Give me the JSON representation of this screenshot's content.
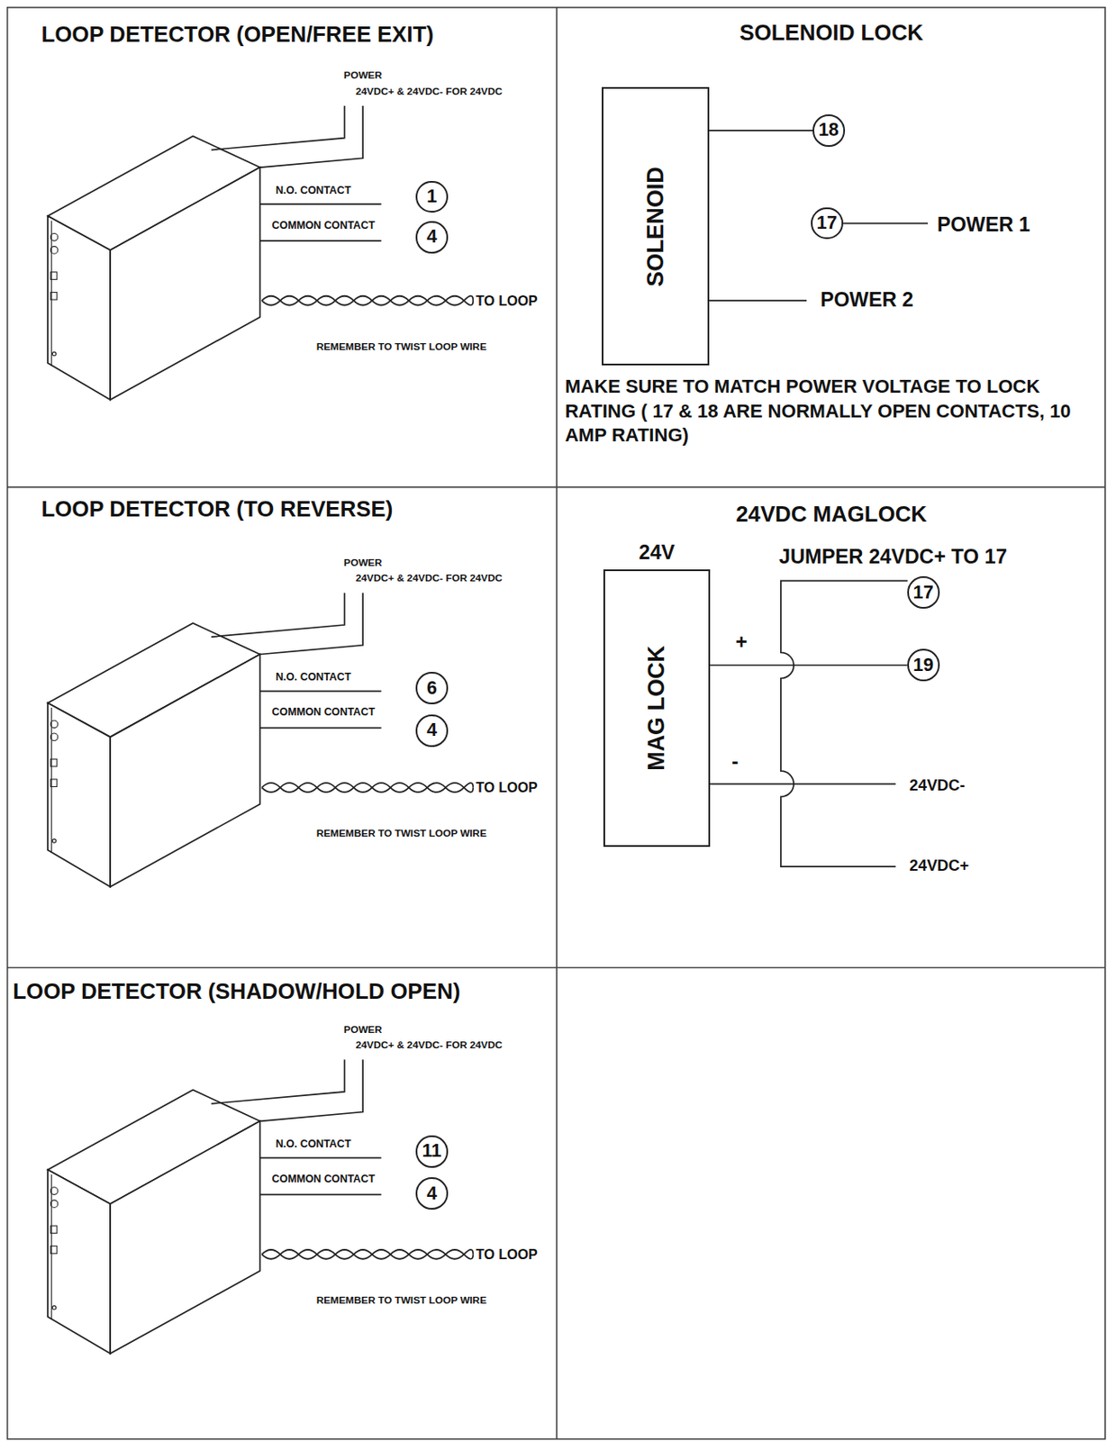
{
  "diagram": {
    "nodes": [
      {
        "text": [
          "1"
        ]
      },
      {
        "text": [
          "4"
        ]
      },
      {
        "text": [
          "SOLENOID"
        ]
      },
      {
        "text": [
          "18"
        ]
      },
      {
        "text": [
          "17"
        ]
      },
      {
        "text": [
          "6"
        ]
      },
      {
        "text": [
          "4"
        ]
      },
      {
        "text": [
          "MAG LOCK"
        ]
      },
      {
        "text": [
          "17"
        ]
      },
      {
        "text": [
          "19"
        ]
      },
      {
        "text": [
          "11"
        ]
      },
      {
        "text": [
          "4"
        ]
      }
    ],
    "edges": [
      {
        "from": 2,
        "to": 3,
        "arrow": "none"
      },
      {
        "from": 7,
        "to": 9,
        "arrow": "none"
      }
    ],
    "labels": [
      "LOOP DETECTOR (OPEN/FREE EXIT)",
      "POWER",
      "24VDC+ & 24VDC- FOR 24VDC",
      "N.O. CONTACT",
      "COMMON CONTACT",
      "TO LOOP",
      "REMEMBER TO TWIST LOOP WIRE",
      "SOLENOID LOCK",
      "POWER 1",
      "POWER 2",
      "MAKE SURE TO MATCH POWER VOLTAGE TO LOCK RATING ( 17 & 18 ARE NORMALLY OPEN CONTACTS, 10 AMP RATING)",
      "LOOP DETECTOR (TO REVERSE)",
      "POWER",
      "24VDC+ & 24VDC- FOR 24VDC",
      "N.O. CONTACT",
      "COMMON CONTACT",
      "TO LOOP",
      "REMEMBER TO TWIST LOOP WIRE",
      "24VDC MAGLOCK",
      "24V",
      "JUMPER 24VDC+ TO 17",
      "+",
      "-",
      "24VDC-",
      "24VDC+",
      "LOOP DETECTOR (SHADOW/HOLD OPEN)",
      "POWER",
      "24VDC+ & 24VDC- FOR 24VDC",
      "N.O. CONTACT",
      "COMMON CONTACT",
      "TO LOOP",
      "REMEMBER TO TWIST LOOP WIRE"
    ]
  }
}
